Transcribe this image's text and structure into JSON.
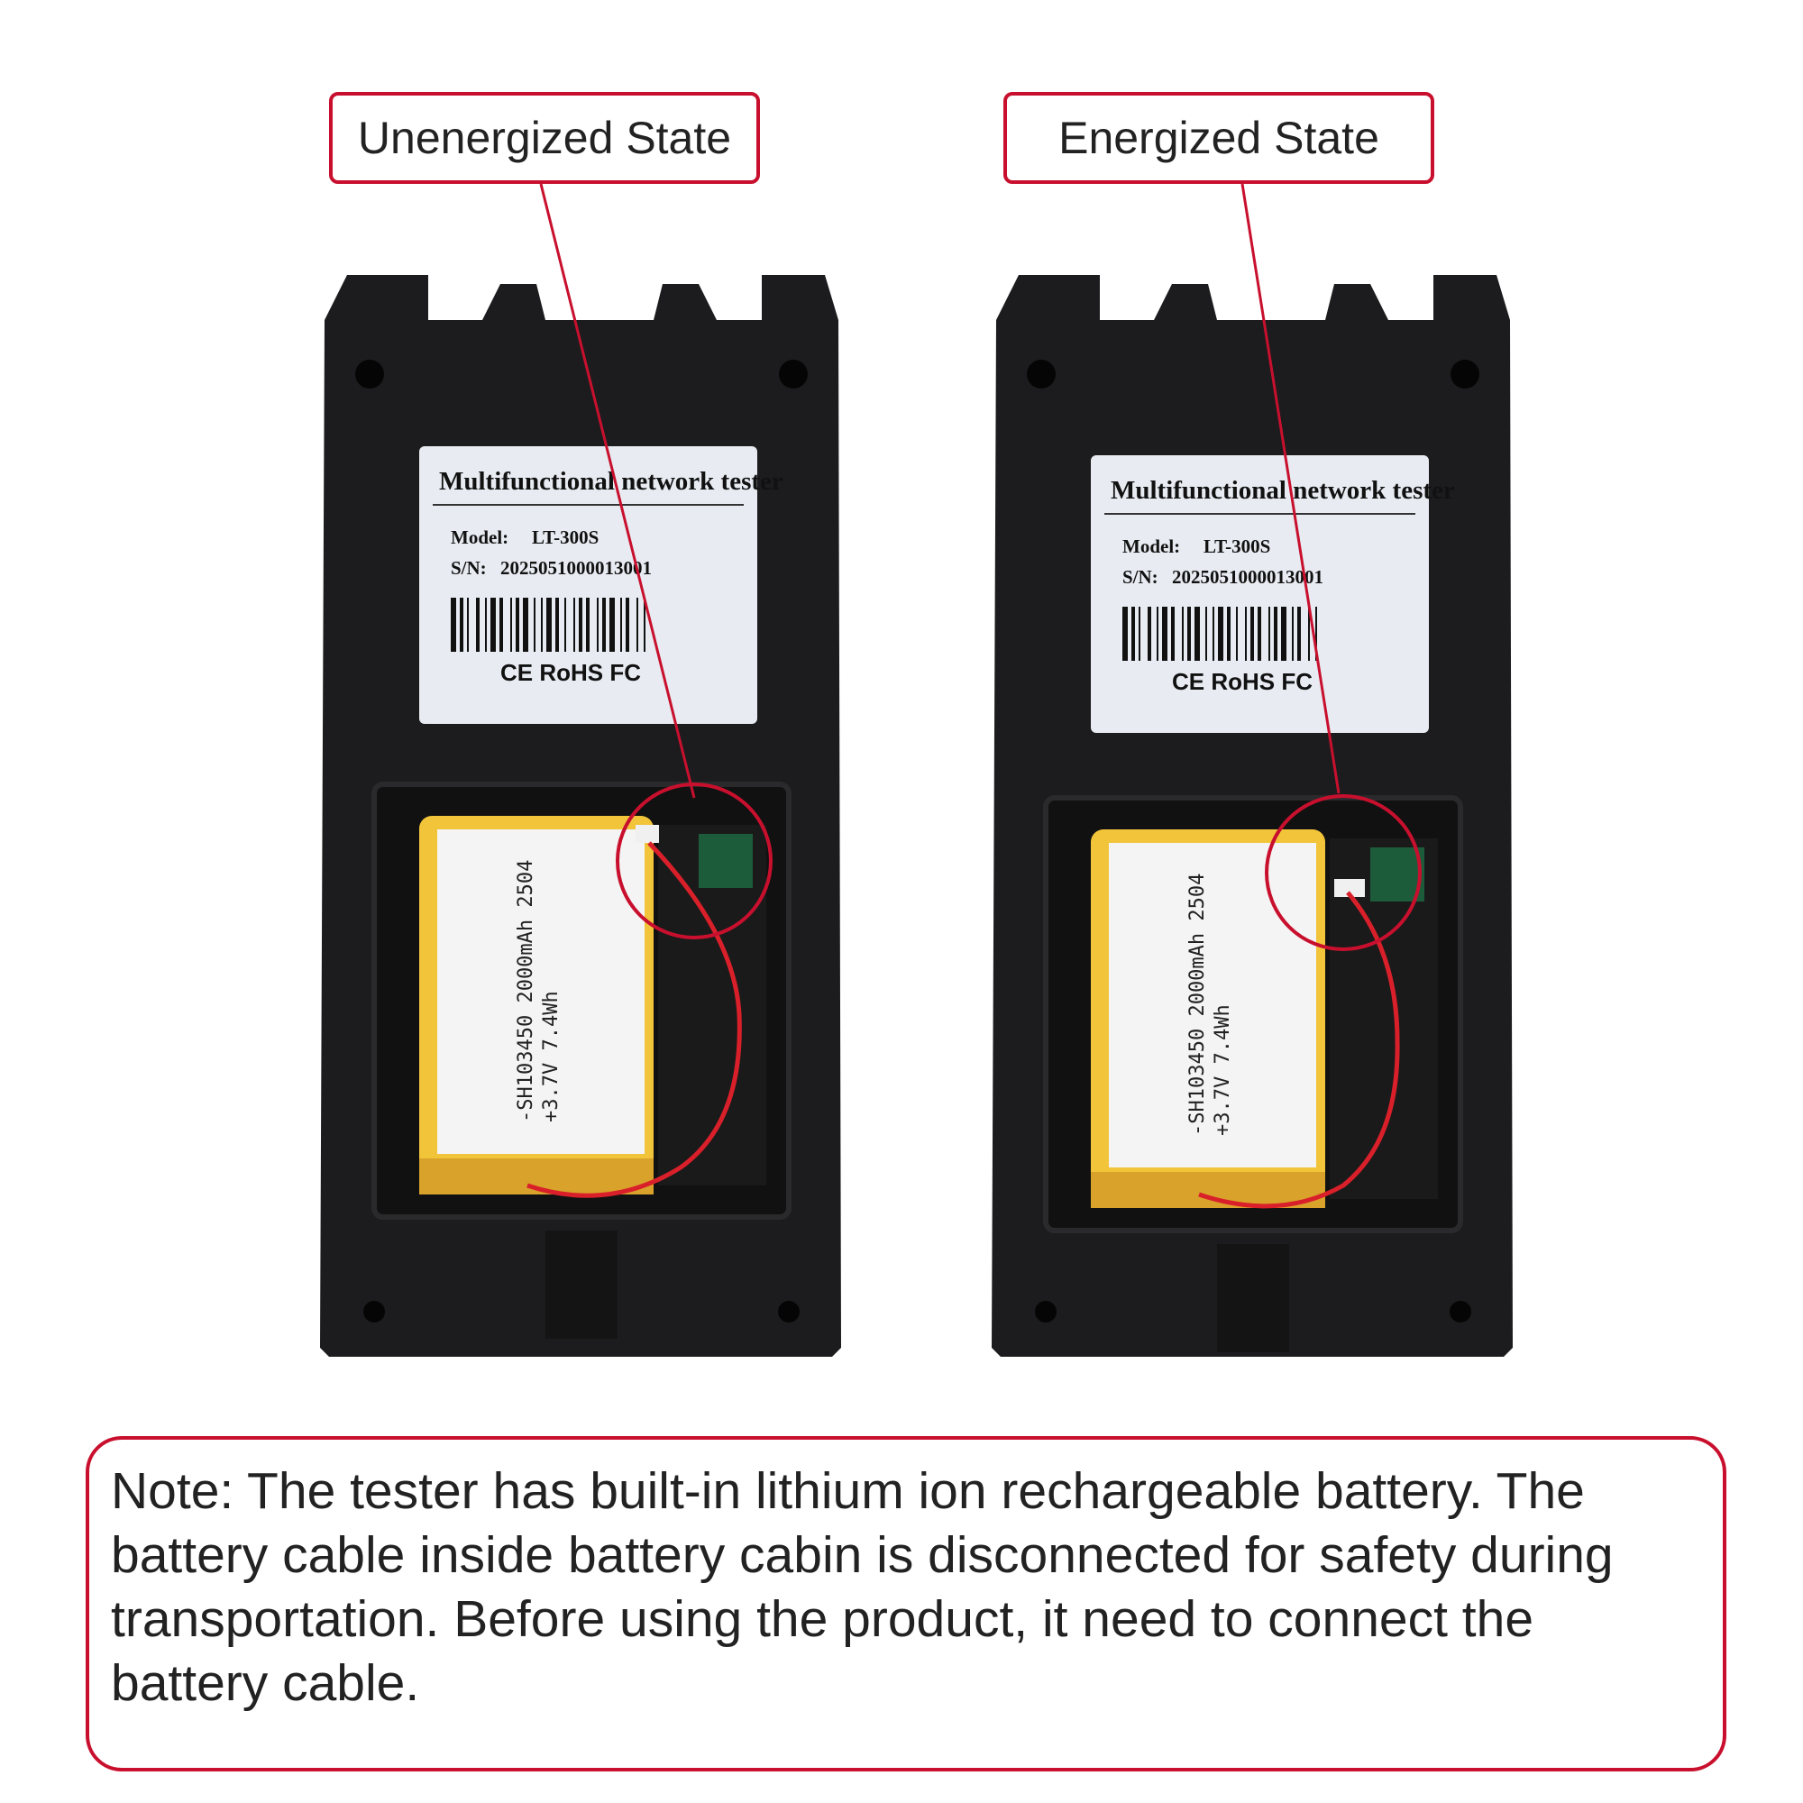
{
  "callouts": {
    "left": "Unenergized State",
    "right": "Energized State"
  },
  "label": {
    "title": "Multifunctional network tester",
    "model_key": "Model:",
    "model_value": "LT-300S",
    "sn_key": "S/N:",
    "sn_value": "2025051000013001",
    "certs": "CE RoHS FC"
  },
  "battery": {
    "line1": "-SH103450 2000mAh 2504",
    "line2": "+3.7V 7.4Wh"
  },
  "note": "Note: The tester has built-in lithium ion rechargeable battery. The battery cable inside battery cabin is disconnected for safety during transportation. Before using the product, it need to connect the battery cable.",
  "colors": {
    "callout_red": "#c8102e",
    "device_body": "#1c1c1e",
    "battery_yellow": "#f2c43a"
  }
}
